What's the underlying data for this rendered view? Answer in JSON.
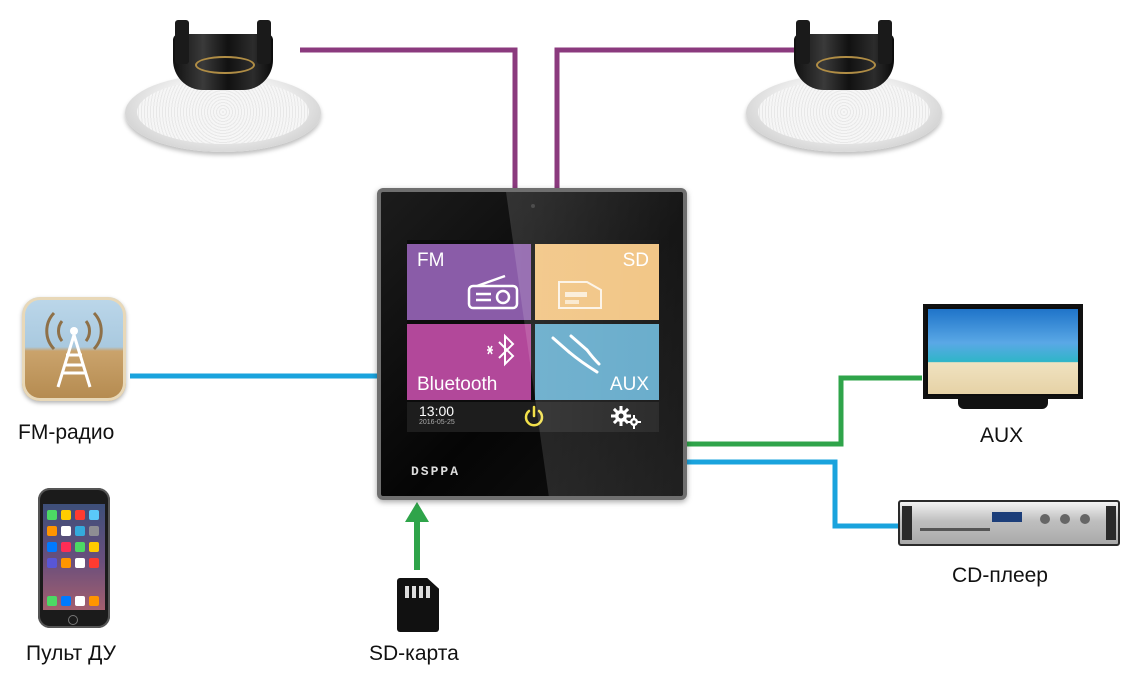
{
  "panel": {
    "tiles": {
      "fm": "FM",
      "sd": "SD",
      "bluetooth": "Bluetooth",
      "aux": "AUX"
    },
    "time": "13:00",
    "date": "2016-05-25",
    "brand_logo": "DSPPA",
    "icons": [
      "radio-icon",
      "micro-sd-icon",
      "bluetooth-icon",
      "cables-icon",
      "power-icon",
      "settings-icon"
    ]
  },
  "labels": {
    "fm_radio": "FM-радио",
    "remote": "Пульт ДУ",
    "sd_card": "SD-карта",
    "aux": "AUX",
    "cd_player": "CD-плеер"
  },
  "colors": {
    "speaker_wire": "#8b3a7e",
    "blue_wire": "#1aa3dd",
    "green_wire": "#2fa44a",
    "fm_tile": "#8a5ca8",
    "sd_tile": "#f1c27e",
    "bluetooth_tile": "#b2489a",
    "aux_tile": "#5fa7c8",
    "power_icon": "#f2e04a"
  }
}
